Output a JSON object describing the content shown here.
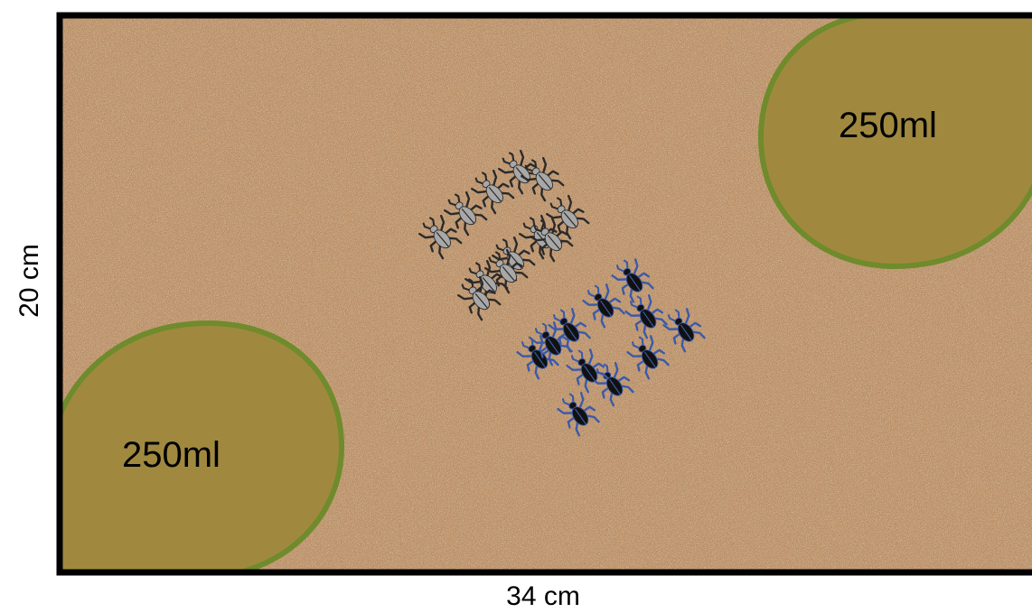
{
  "arena": {
    "width_label": "34 cm",
    "height_label": "20 cm",
    "substrate_color": "#b98a5e",
    "border_color": "#000000"
  },
  "containers": [
    {
      "id": "top-right",
      "label": "250ml",
      "fill": "#a0893f",
      "stroke": "#6f8b2c"
    },
    {
      "id": "bottom-left",
      "label": "250ml",
      "fill": "#a0893f",
      "stroke": "#6f8b2c"
    }
  ],
  "beetle_groups": [
    {
      "id": "grey-group",
      "color": "#a8a8a8",
      "outline": "#2a2a2a",
      "count": 12,
      "icon": "beetle-icon"
    },
    {
      "id": "black-group",
      "color": "#111111",
      "outline": "#3c5aa8",
      "count": 11,
      "icon": "beetle-icon"
    }
  ]
}
